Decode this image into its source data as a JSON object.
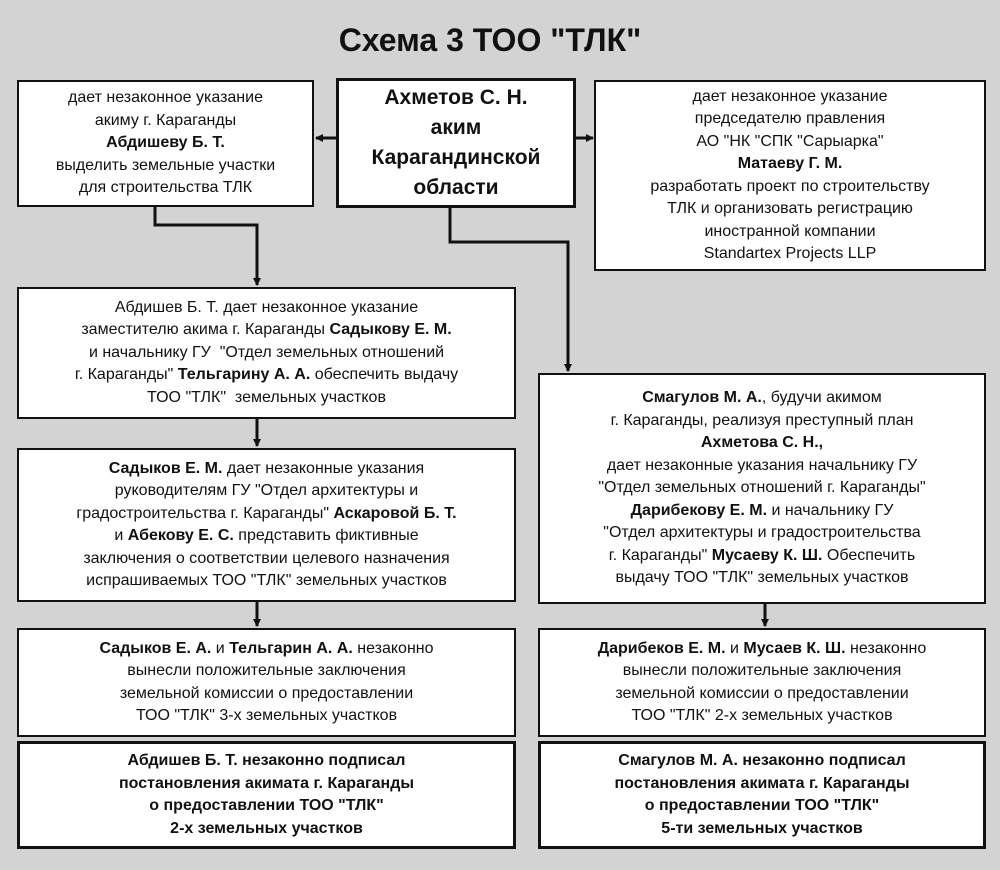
{
  "title": "Схема 3   ТОО \"ТЛК\"",
  "boxes": [
    {
      "id": "box-a",
      "name": "instruction-to-abdishev-box",
      "style": "",
      "lines": [
        [
          {
            "t": "дает незаконное указание"
          }
        ],
        [
          {
            "t": "акиму г. Караганды"
          }
        ],
        [
          {
            "t": "Абдишеву Б. Т.",
            "b": true
          }
        ],
        [
          {
            "t": "выделить земельные участки"
          }
        ],
        [
          {
            "t": "для строительства ТЛК"
          }
        ]
      ]
    },
    {
      "id": "box-center",
      "name": "akhmetov-akim-box",
      "style": "thick big",
      "lines": [
        [
          {
            "t": "Ахметов С. Н."
          }
        ],
        [
          {
            "t": "аким"
          }
        ],
        [
          {
            "t": "Карагандинской"
          }
        ],
        [
          {
            "t": "области"
          }
        ]
      ]
    },
    {
      "id": "box-right",
      "name": "instruction-to-mataev-box",
      "style": "",
      "lines": [
        [
          {
            "t": "дает незаконное указание"
          }
        ],
        [
          {
            "t": "председателю правления"
          }
        ],
        [
          {
            "t": "АО \"НК \"СПК \"Сарыарка\""
          }
        ],
        [
          {
            "t": "Матаеву Г. М.",
            "b": true
          }
        ],
        [
          {
            "t": "разработать проект по строительству"
          }
        ],
        [
          {
            "t": "ТЛК и организовать регистрацию"
          }
        ],
        [
          {
            "t": "иностранной компании"
          }
        ],
        [
          {
            "t": "Standartex Projects LLP"
          }
        ]
      ]
    },
    {
      "id": "box-b",
      "name": "abdishev-instruction-box",
      "style": "",
      "lines": [
        [
          {
            "t": "Абдишев Б. Т. дает незаконное указание"
          }
        ],
        [
          {
            "t": "заместителю акима г. Караганды "
          },
          {
            "t": "Садыкову Е. М.",
            "b": true
          }
        ],
        [
          {
            "t": "и начальнику ГУ  \"Отдел земельных отношений"
          }
        ],
        [
          {
            "t": "г. Караганды\" "
          },
          {
            "t": "Тельгарину А. А.",
            "b": true
          },
          {
            "t": " обеспечить выдачу"
          }
        ],
        [
          {
            "t": "ТОО \"ТЛК\"  земельных участков"
          }
        ]
      ]
    },
    {
      "id": "box-c",
      "name": "sadykov-instruction-box",
      "style": "",
      "lines": [
        [
          {
            "t": "Садыков Е. М.",
            "b": true
          },
          {
            "t": " дает незаконные указания"
          }
        ],
        [
          {
            "t": "руководителям ГУ \"Отдел архитектуры и"
          }
        ],
        [
          {
            "t": "градостроительства г. Караганды\" "
          },
          {
            "t": "Аскаровой Б. Т.",
            "b": true
          }
        ],
        [
          {
            "t": "и "
          },
          {
            "t": "Абекову Е. С.",
            "b": true
          },
          {
            "t": " представить фиктивные"
          }
        ],
        [
          {
            "t": "заключения о соответствии целевого назначения"
          }
        ],
        [
          {
            "t": "испрашиваемых ТОО \"ТЛК\" земельных участков"
          }
        ]
      ]
    },
    {
      "id": "box-d",
      "name": "smagulov-instruction-box",
      "style": "",
      "lines": [
        [
          {
            "t": "Смагулов М. А.",
            "b": true
          },
          {
            "t": ", будучи акимом"
          }
        ],
        [
          {
            "t": "г. Караганды, реализуя преступный план"
          }
        ],
        [
          {
            "t": "Ахметова С. Н.,",
            "b": true
          }
        ],
        [
          {
            "t": "дает незаконные указания начальнику ГУ"
          }
        ],
        [
          {
            "t": "\"Отдел земельных отношений г. Караганды\""
          }
        ],
        [
          {
            "t": "Дарибекову Е. М.",
            "b": true
          },
          {
            "t": " и начальнику ГУ"
          }
        ],
        [
          {
            "t": "\"Отдел архитектуры и градостроительства"
          }
        ],
        [
          {
            "t": "г. Караганды\" "
          },
          {
            "t": "Мусаеву К. Ш.",
            "b": true
          },
          {
            "t": " Обеспечить"
          }
        ],
        [
          {
            "t": "выдачу ТОО \"ТЛК\" земельных участков"
          }
        ]
      ]
    },
    {
      "id": "box-e",
      "name": "sadykov-telgarin-conclusions-box",
      "style": "",
      "lines": [
        [
          {
            "t": "Садыков Е. А.",
            "b": true
          },
          {
            "t": " и "
          },
          {
            "t": "Тельгарин А. А.",
            "b": true
          },
          {
            "t": " незаконно"
          }
        ],
        [
          {
            "t": "вынесли положительные заключения"
          }
        ],
        [
          {
            "t": "земельной комиссии о предоставлении"
          }
        ],
        [
          {
            "t": "ТОО \"ТЛК\" 3-х земельных участков"
          }
        ]
      ]
    },
    {
      "id": "box-f",
      "name": "daribekov-musaev-conclusions-box",
      "style": "",
      "lines": [
        [
          {
            "t": "Дарибеков Е. М.",
            "b": true
          },
          {
            "t": " и "
          },
          {
            "t": "Мусаев К. Ш.",
            "b": true
          },
          {
            "t": " незаконно"
          }
        ],
        [
          {
            "t": "вынесли положительные заключения"
          }
        ],
        [
          {
            "t": "земельной комиссии о предоставлении"
          }
        ],
        [
          {
            "t": "ТОО \"ТЛК\" 2-х земельных участков"
          }
        ]
      ]
    },
    {
      "id": "box-g",
      "name": "abdishev-signed-box",
      "style": "thick allbold",
      "lines": [
        [
          {
            "t": "Абдишев Б. Т. незаконно подписал"
          }
        ],
        [
          {
            "t": "постановления акимата г. Караганды"
          }
        ],
        [
          {
            "t": "о предоставлении ТОО \"ТЛК\""
          }
        ],
        [
          {
            "t": "2-х земельных участков"
          }
        ]
      ]
    },
    {
      "id": "box-h",
      "name": "smagulov-signed-box",
      "style": "thick allbold",
      "lines": [
        [
          {
            "t": "Смагулов М. А. незаконно подписал"
          }
        ],
        [
          {
            "t": "постановления акимата г. Караганды"
          }
        ],
        [
          {
            "t": "о предоставлении ТОО \"ТЛК\""
          }
        ],
        [
          {
            "t": "5-ти земельных участков"
          }
        ]
      ]
    }
  ]
}
